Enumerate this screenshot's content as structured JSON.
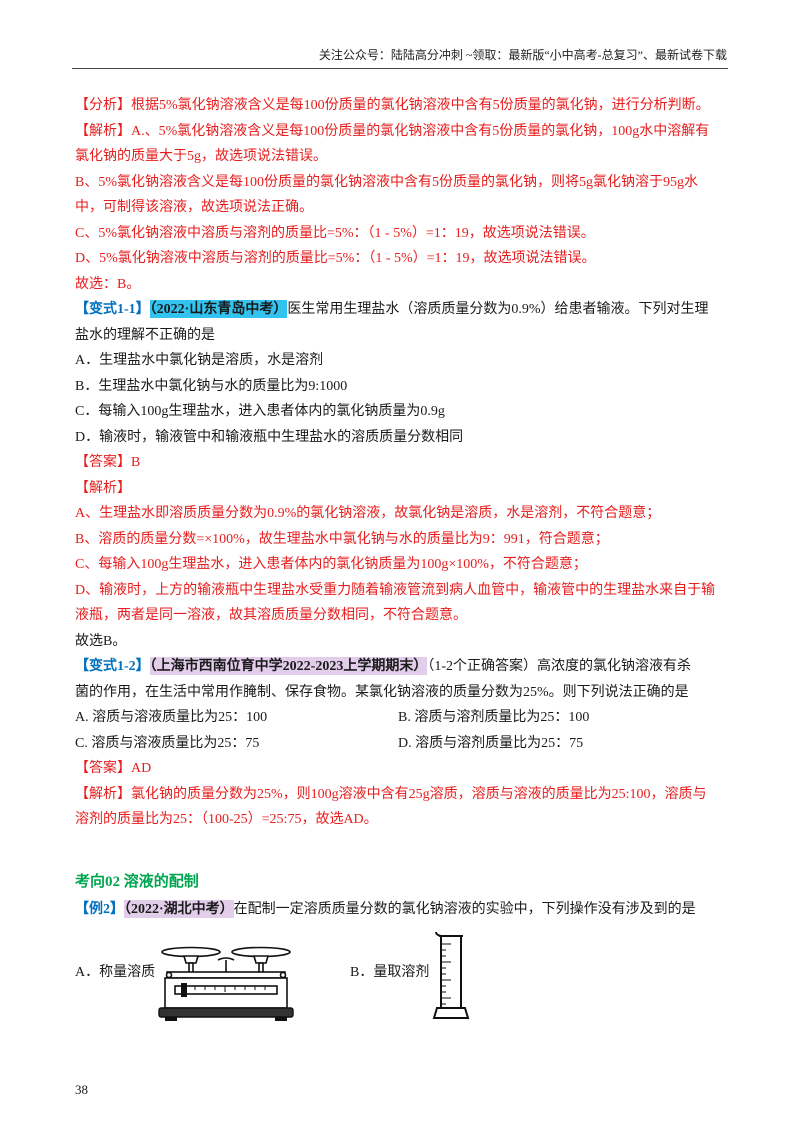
{
  "colors": {
    "red": "#E81D1D",
    "blue": "#0070C0",
    "green": "#00A650",
    "highlight_cyan": "#33C3F0",
    "highlight_lavender": "#E2CDEA",
    "text": "#1A1A1A"
  },
  "header": {
    "text": "关注公众号：陆陆高分冲刺  ~领取：最新版“小中高考-总复习”、最新试卷下载"
  },
  "example1_solution": {
    "lines": [
      "【分析】根据5%氯化钠溶液含义是每100份质量的氯化钠溶液中含有5份质量的氯化钠，进行分析判断。",
      "【解析】A.、5%氯化钠溶液含义是每100份质量的氯化钠溶液中含有5份质量的氯化钠，100g水中溶解有",
      "氯化钠的质量大于5g，故选项说法错误。",
      "B、5%氯化钠溶液含义是每100份质量的氯化钠溶液中含有5份质量的氯化钠，则将5g氯化钠溶于95g水",
      "中，可制得该溶液，故选项说法正确。",
      "C、5%氯化钠溶液中溶质与溶剂的质量比=5%：（1 - 5%）=1：19，故选项说法错误。",
      "D、5%氯化钠溶液中溶质与溶剂的质量比=5%：（1 - 5%）=1：19，故选项说法错误。",
      "故选：B。"
    ]
  },
  "variant_1_1": {
    "label": "【变式1-1】",
    "source": "（2022·山东青岛中考）",
    "stem_lines": [
      "医生常用生理盐水（溶质质量分数为0.9%）给患者输液。下列对生理",
      "盐水的理解不正确的是"
    ],
    "options": [
      "A．生理盐水中氯化钠是溶质，水是溶剂",
      "B．生理盐水中氯化钠与水的质量比为9:1000",
      "C．每输入100g生理盐水，进入患者体内的氯化钠质量为0.9g",
      "D．输液时，输液管中和输液瓶中生理盐水的溶质质量分数相同"
    ],
    "answer": "【答案】B",
    "explanation_label": "【解析】",
    "explanation_lines": [
      "A、生理盐水即溶质质量分数为0.9%的氯化钠溶液，故氯化钠是溶质，水是溶剂，不符合题意；",
      "B、溶质的质量分数=×100%，故生理盐水中氯化钠与水的质量比为9：991，符合题意；",
      "C、每输入100g生理盐水，进入患者体内的氯化钠质量为100g×100%，不符合题意；",
      "D、输液时，上方的输液瓶中生理盐水受重力随着输液管流到病人血管中，输液管中的生理盐水来自于输",
      "液瓶，两者是同一溶液，故其溶质质量分数相同，不符合题意。"
    ],
    "conclusion": "故选B。"
  },
  "variant_1_2": {
    "label": "【变式1-2】",
    "source": "（上海市西南位育中学2022-2023上学期期末）",
    "stem_lines": [
      "（1-2个正确答案）高浓度的氯化钠溶液有杀",
      "菌的作用，在生活中常用作腌制、保存食物。某氯化钠溶液的质量分数为25%。则下列说法正确的是"
    ],
    "options": [
      "A. 溶质与溶液质量比为25：100",
      "B. 溶质与溶剂质量比为25：100",
      "C. 溶质与溶液质量比为25：75",
      "D. 溶质与溶剂质量比为25：75"
    ],
    "answer": "【答案】AD",
    "explanation_lines": [
      "【解析】氯化钠的质量分数为25%，则100g溶液中含有25g溶质，溶质与溶液的质量比为25:100，溶质与",
      "溶剂的质量比为25：（100-25）=25:75，故选AD。"
    ]
  },
  "section": {
    "heading": "考向02  溶液的配制"
  },
  "example2": {
    "label": "【例2】",
    "source": "（2022·湖北中考）",
    "stem": "在配制一定溶质质量分数的氯化钠溶液的实验中，下列操作没有涉及到的是",
    "options": [
      {
        "label": "A．称量溶质",
        "icon": "balance-icon"
      },
      {
        "label": "B．量取溶剂",
        "icon": "graduated-cylinder-icon"
      }
    ]
  },
  "page_number": "38"
}
